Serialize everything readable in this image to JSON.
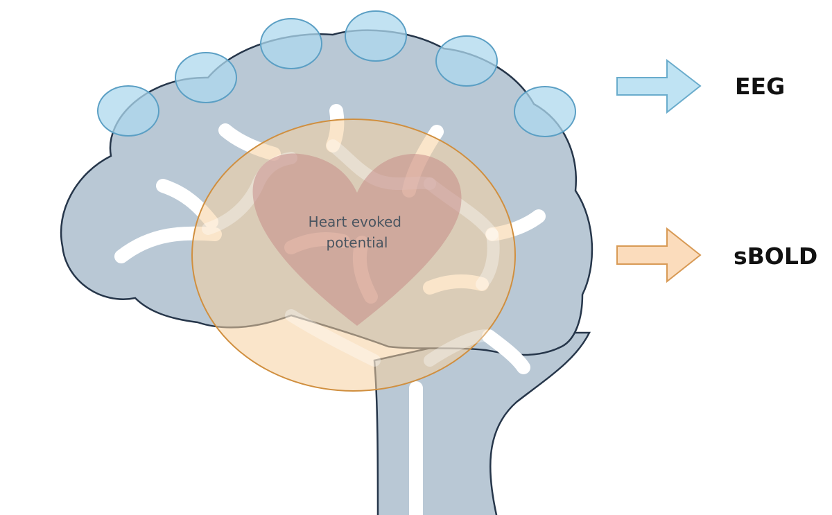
{
  "diagram": {
    "center_label_lines": [
      "Heart evoked",
      "potential"
    ],
    "outputs": [
      {
        "label": "EEG",
        "color": "#bfe3f3",
        "stroke": "#6aaccc"
      },
      {
        "label": "sBOLD",
        "color": "#fbdcbc",
        "stroke": "#d89a55"
      }
    ],
    "colors": {
      "brain_fill": "#b9c8d5",
      "brain_stroke": "#26364a",
      "electrode_fill": "#aed8ee",
      "electrode_stroke": "#5b9fc4",
      "region_fill": "#f6cf9e",
      "region_stroke": "#d08f3f",
      "heart_fill": "#c78c88"
    },
    "icons": {
      "organ": "heart-icon",
      "arrow": "arrow-right-icon",
      "sensor": "eeg-electrode-icon"
    }
  }
}
